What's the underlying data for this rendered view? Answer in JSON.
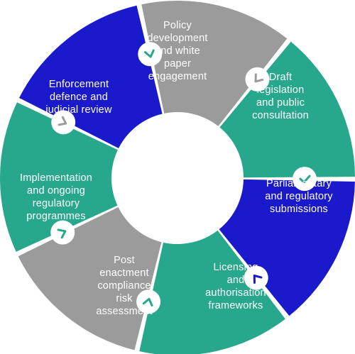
{
  "segments": [
    {
      "lines": [
        "Policy",
        "development",
        "and white",
        "paper",
        "engagement"
      ],
      "color": "#9b9b9b",
      "icon": "chevron-icon",
      "icon_color": "#9b9b9b"
    },
    {
      "lines": [
        "Draft",
        "legislation",
        "and public",
        "consultation"
      ],
      "color": "#27a88c",
      "icon": "check-icon",
      "icon_color": "#27a88c"
    },
    {
      "lines": [
        "Parliamentary",
        "and regulatory",
        "submissions"
      ],
      "color": "#1a1acc",
      "icon": "chevron-icon",
      "icon_color": "#1a1acc"
    },
    {
      "lines": [
        "Licensing",
        "and",
        "authorisation",
        "frameworks"
      ],
      "color": "#27a88c",
      "icon": "chevron-icon",
      "icon_color": "#27a88c"
    },
    {
      "lines": [
        "Post",
        "enactment",
        "compliance",
        "risk",
        "assessment"
      ],
      "color": "#9b9b9b",
      "icon": "chevron-icon",
      "icon_color": "#27a88c"
    },
    {
      "lines": [
        "Implementation",
        "and ongoing",
        "regulatory",
        "programmes"
      ],
      "color": "#27a88c",
      "icon": "chevron-icon",
      "icon_color": "#9b9b9b"
    },
    {
      "lines": [
        "Enforcement",
        "defence and",
        "judicial review"
      ],
      "color": "#1a1acc",
      "icon": "chevron-icon",
      "icon_color": "#27a88c"
    }
  ]
}
